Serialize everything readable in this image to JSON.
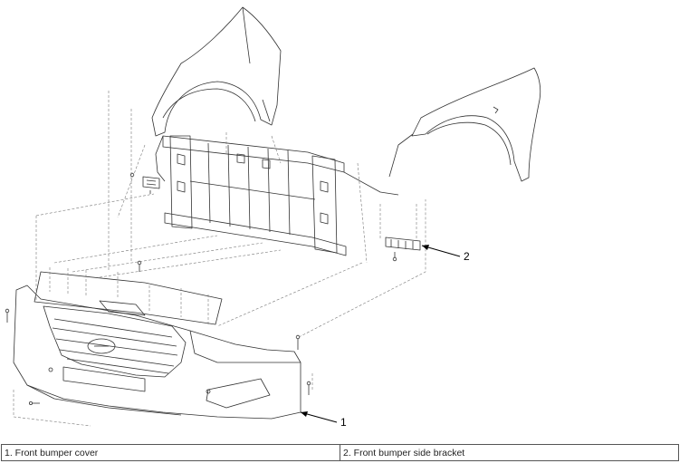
{
  "callouts": [
    {
      "number": "1"
    },
    {
      "number": "2"
    }
  ],
  "legend": [
    {
      "label": "1. Front bumper cover"
    },
    {
      "label": "2. Front bumper side bracket"
    }
  ],
  "colors": {
    "line": "#333333",
    "dash": "#777777",
    "background": "#ffffff"
  }
}
